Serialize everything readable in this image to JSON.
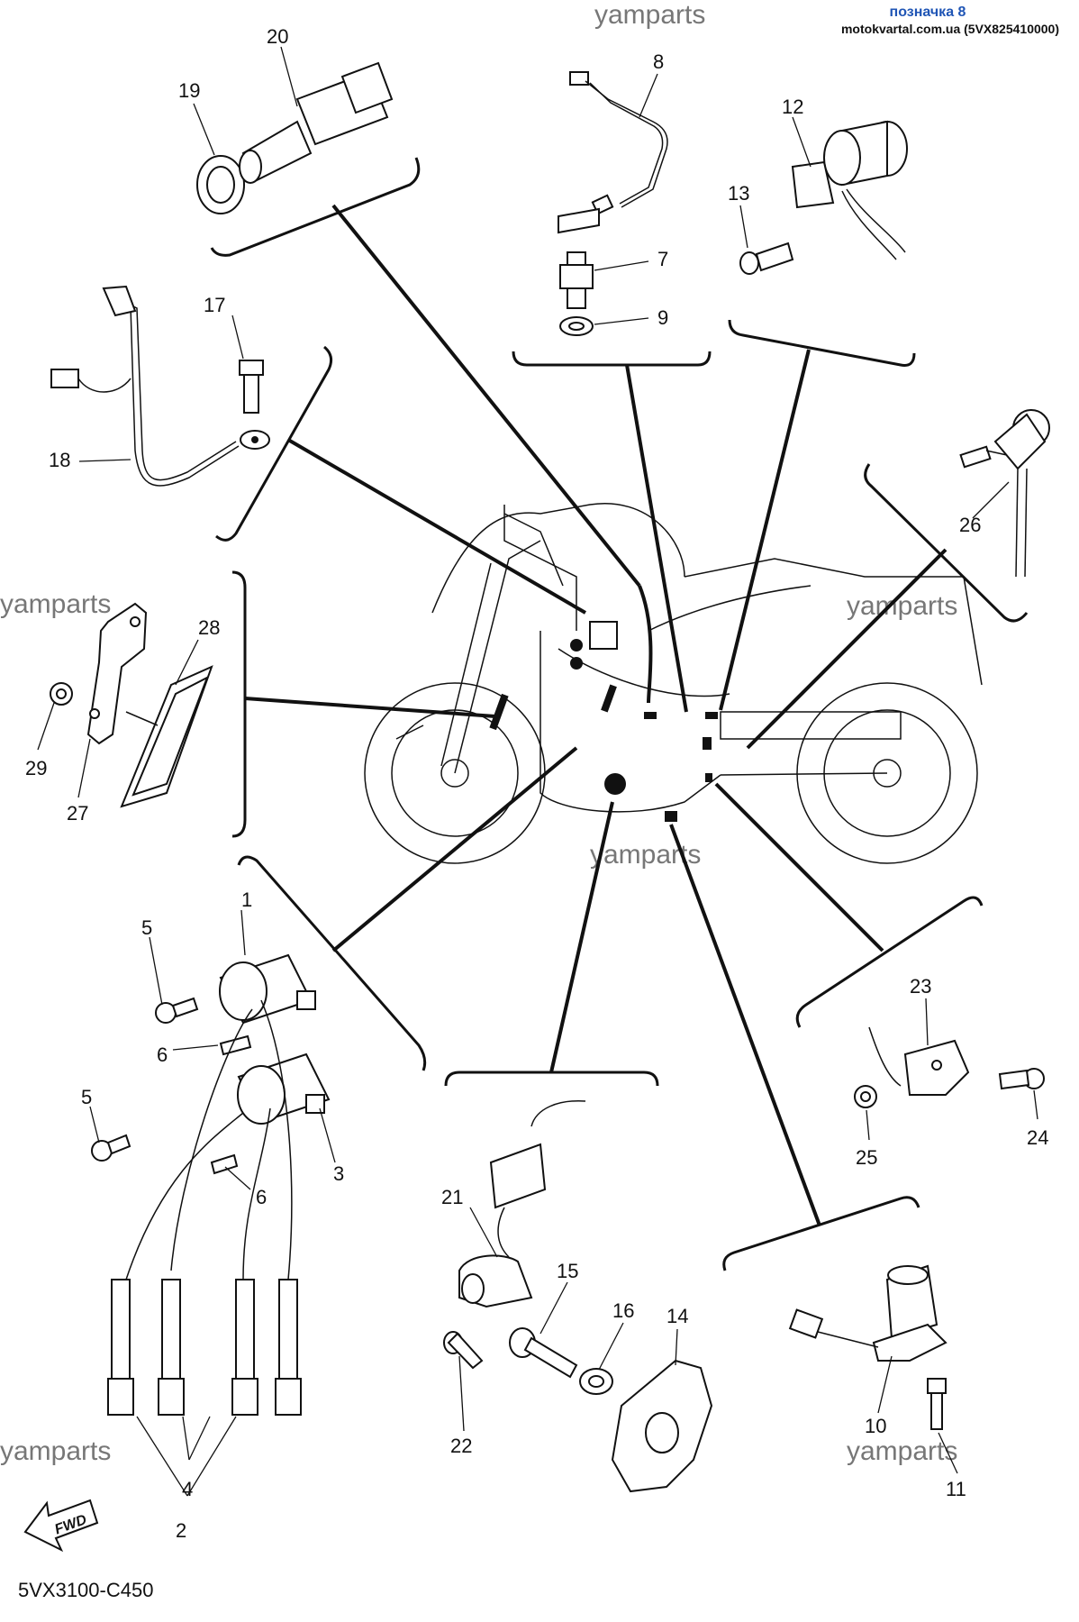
{
  "header": {
    "link_text": "позначка 8",
    "site_text": "motokvartal.com.ua (5VX825410000)"
  },
  "watermark": "yamparts",
  "footer": {
    "diagram_code": "5VX3100-C450",
    "fwd_label": "FWD"
  },
  "callouts": [
    "1",
    "2",
    "3",
    "4",
    "5",
    "5",
    "6",
    "6",
    "7",
    "8",
    "9",
    "10",
    "11",
    "12",
    "13",
    "14",
    "15",
    "16",
    "17",
    "18",
    "19",
    "20",
    "21",
    "22",
    "23",
    "24",
    "25",
    "26",
    "27",
    "28",
    "29"
  ],
  "colors": {
    "accent_link": "#1f55b5",
    "watermark": "#777777",
    "ink": "#111111"
  }
}
